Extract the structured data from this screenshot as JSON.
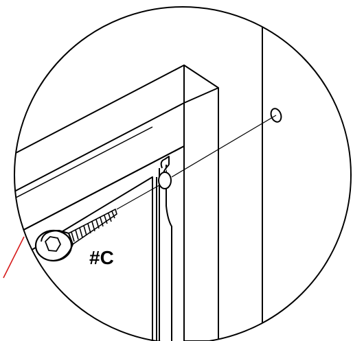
{
  "diagram": {
    "screw_label": "#C",
    "line_color": "#000000",
    "leader_color": "#d61a1a",
    "icons": [
      "detail-circle",
      "frame-corner",
      "socket-head-screw",
      "screw-hole",
      "leader-line"
    ]
  }
}
